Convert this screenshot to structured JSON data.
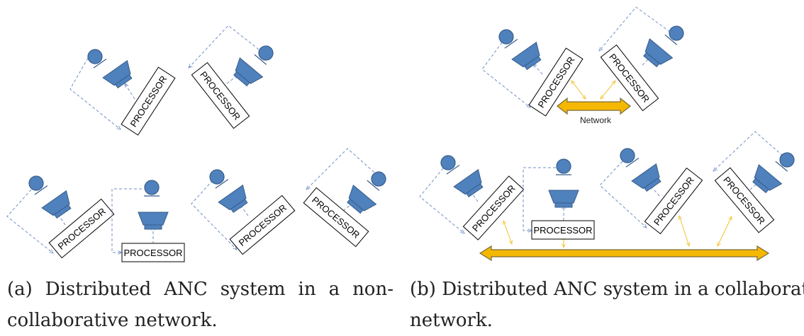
{
  "processor_label": "PROCESSOR",
  "network_label": "Network",
  "captions": {
    "a_line1": "(a) Distributed ANC system in a non-",
    "a_line2": "collaborative network.",
    "b_line1": "(b) Distributed ANC system in a collaborative",
    "b_line2": "network."
  },
  "colors": {
    "node_blue": "#4f81bd",
    "node_outline": "#385d8a",
    "dashed_line": "#6f8fc6",
    "network_gold": "#f5b800",
    "network_outline": "#7a6a3a",
    "link_yellow": "#f2c230"
  }
}
